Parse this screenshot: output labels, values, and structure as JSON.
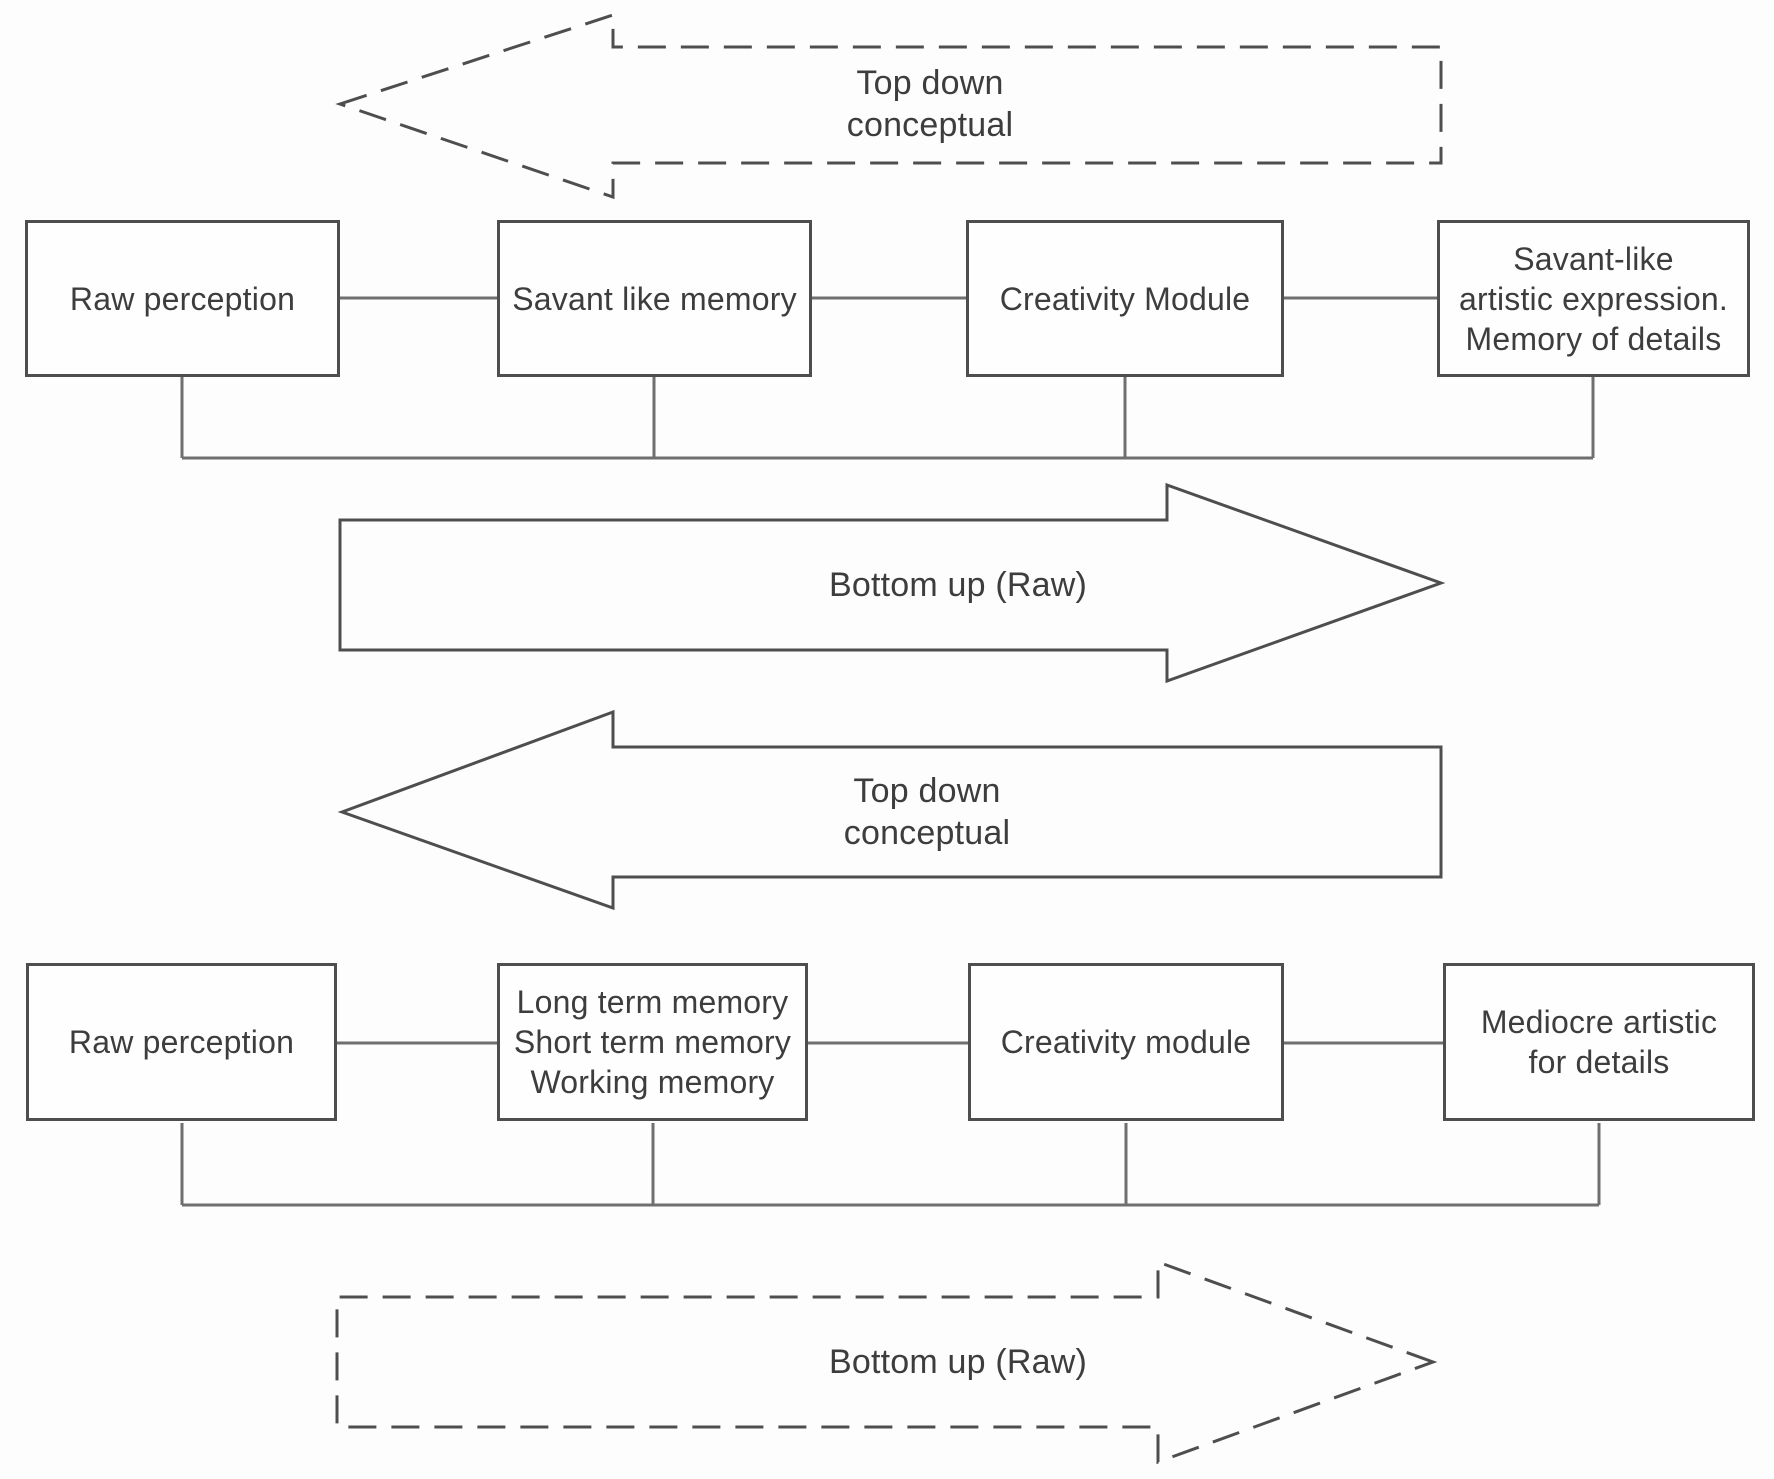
{
  "page": {
    "background": "#fdfdfd"
  },
  "styles": {
    "line_color": "#4e4e4e",
    "connector_color": "#6f6f6f",
    "text_color": "#3d3d3d"
  },
  "flows": [
    {
      "name": "savant-flow",
      "top_arrow": {
        "style": "dashed",
        "direction": "left",
        "label_lines": [
          "Top down",
          "conceptual"
        ]
      },
      "boxes": [
        {
          "lines": [
            "Raw perception"
          ]
        },
        {
          "lines": [
            "Savant like memory"
          ]
        },
        {
          "lines": [
            "Creativity Module"
          ]
        },
        {
          "lines": [
            "Savant-like",
            "artistic expression.",
            "Memory of details"
          ]
        }
      ],
      "bottom_arrow": {
        "style": "solid",
        "direction": "right",
        "label": "Bottom up (Raw)"
      }
    },
    {
      "name": "typical-flow",
      "top_arrow": {
        "style": "solid",
        "direction": "left",
        "label_lines": [
          "Top down",
          "conceptual"
        ]
      },
      "boxes": [
        {
          "lines": [
            "Raw perception"
          ]
        },
        {
          "lines": [
            "Long term memory",
            "Short term memory",
            "Working memory"
          ]
        },
        {
          "lines": [
            "Creativity module"
          ]
        },
        {
          "lines": [
            "Mediocre artistic",
            "for details"
          ]
        }
      ],
      "bottom_arrow": {
        "style": "dashed",
        "direction": "right",
        "label": "Bottom up (Raw)"
      }
    }
  ]
}
